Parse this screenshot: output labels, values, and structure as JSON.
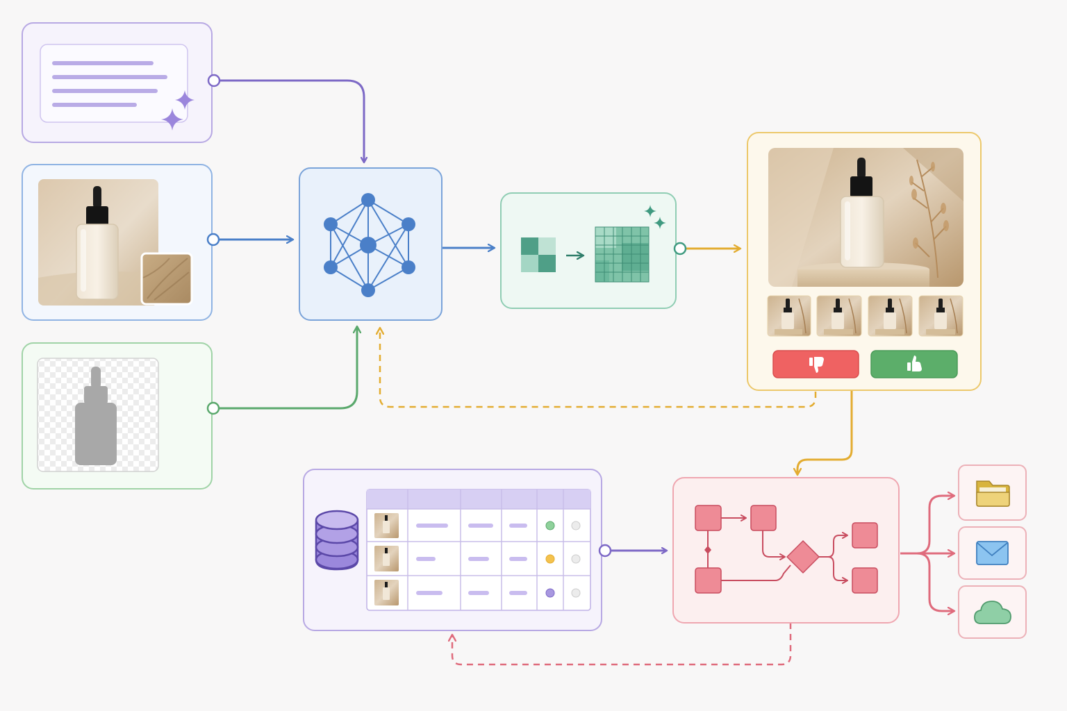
{
  "colors": {
    "background": "#f8f7f7",
    "prompt": "#8b78d0",
    "reference": "#4a7fc8",
    "mask": "#5aa86c",
    "model": "#4a7fc8",
    "upscale": "#3f9a80",
    "review": "#e3ac30",
    "database": "#8b78d0",
    "workflow": "#df6b7c",
    "reject": "#ef6262",
    "approve": "#5cae6a",
    "folder": "#e3c15a",
    "mail": "#6aaee8",
    "cloud": "#7cc39b"
  },
  "nodes": [
    {
      "id": "prompt-input",
      "icon": "text-lines-sparkle-icon"
    },
    {
      "id": "reference-image-input",
      "icon": "product-photo-with-texture-swatch"
    },
    {
      "id": "mask-input",
      "icon": "bottle-silhouette-mask"
    },
    {
      "id": "generative-model",
      "icon": "neural-network-icon"
    },
    {
      "id": "upscaler",
      "icon": "grid-upscale-icon"
    },
    {
      "id": "review-panel",
      "icon": "generated-image-preview"
    },
    {
      "id": "asset-database",
      "icon": "database-icon"
    },
    {
      "id": "automation-workflow",
      "icon": "flowchart-icon"
    },
    {
      "id": "destination-folder",
      "icon": "folder-icon"
    },
    {
      "id": "destination-email",
      "icon": "mail-icon"
    },
    {
      "id": "destination-cloud",
      "icon": "cloud-icon"
    }
  ],
  "review": {
    "variants": 4,
    "actions": [
      {
        "id": "reject",
        "icon": "thumbs-down-icon"
      },
      {
        "id": "approve",
        "icon": "thumbs-up-icon"
      }
    ]
  },
  "database_table": {
    "rows": [
      {
        "status": "green"
      },
      {
        "status": "yellow"
      },
      {
        "status": "purple"
      }
    ]
  }
}
